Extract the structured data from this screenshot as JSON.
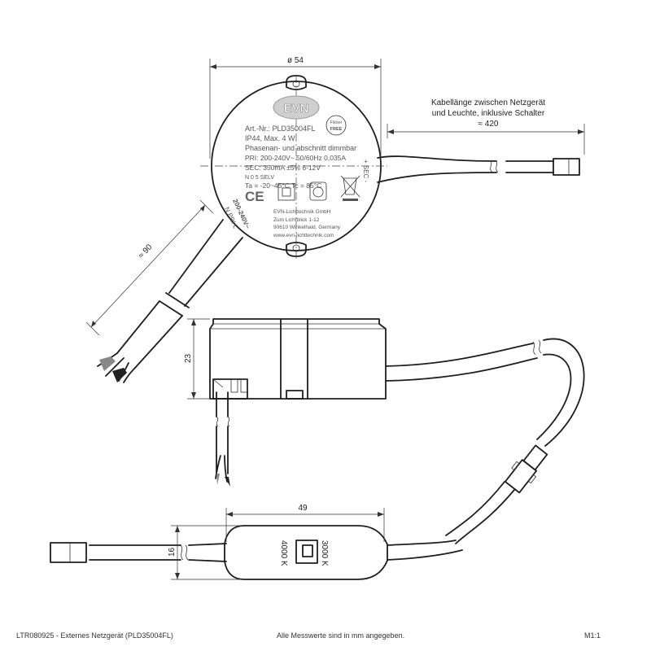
{
  "label": {
    "logo": "EVN",
    "art": "Art.-Nr.: PLD35004FL",
    "ip": "IP44, Max. 4 W",
    "dim": "Phasenan- und abschnitt dimmbar",
    "pri": "PRI: 200-240V~ 50/60Hz 0,035A",
    "sec": "SEC: 350mA ±5% 6-12V",
    "tc": "Ta = -20~45°C  Tc = 85°C",
    "nlt": "N  0 5  SELV",
    "flicker1": "Flicker",
    "flicker2": "FREE",
    "ce": "CE",
    "mfr": "EVN-Lichttechnik GmbH",
    "street": "Zum Lichtblick 1-12",
    "city": "90610 Winkelhaid, Germany",
    "web": "www.evn-lichttechnik.com",
    "pri_side1": "200-240V~",
    "pri_side2": "N  PRI  L",
    "sec_side": "+ SEC -"
  },
  "dims": {
    "diameter": "ø 54",
    "cable_note_1": "Kabellänge zwischen Netzgerät",
    "cable_note_2": "und Leuchte, inklusive Schalter",
    "cable_len": "≈ 420",
    "pri_cable": "≈ 90",
    "height": "23",
    "switch_len": "49",
    "switch_height": "16"
  },
  "switch": {
    "k3000": "3000 K",
    "k4000": "4000 K"
  },
  "footer": {
    "left": "LTR080925 - Externes Netzgerät (PLD35004FL)",
    "center": "Alle Messwerte sind in mm angegeben.",
    "right": "M1:1"
  }
}
